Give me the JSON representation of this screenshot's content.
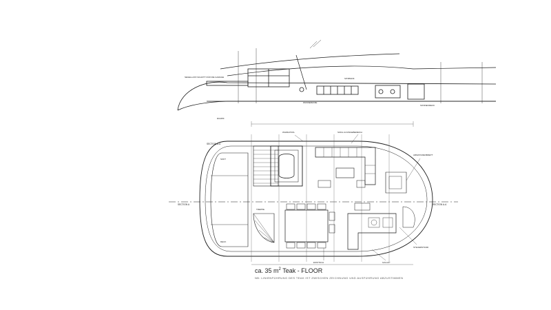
{
  "caption": {
    "prefix": "ca. 35 m",
    "superscript": "2",
    "suffix": " Teak - FLOOR",
    "sub": "NB: LINIENFÜHRUNG DES TEAK IST ZWISCHEN ZEICHNUNG UND AUSFÜHRUNG ABZUSTIMMEN"
  },
  "profile": {
    "note_bow": "SEGELLAST-SCHOTT FÜR DIE GARAGE",
    "note_water": "WASSERLINIE",
    "note_deck": "SONNENDECK",
    "note_seat": "SITZBANK",
    "note_hull": "RUMPF"
  },
  "plan": {
    "label_section_top": "SECTION A-A",
    "label_section_left": "SECTION A",
    "label_section_right": "SECTION A-A",
    "note_sofa": "SOFA-/LOUNGEBEREICH",
    "note_pool": "WHIRLPOOL",
    "note_table": "ESSTISCH",
    "note_galley": "GALLEY",
    "note_stairs": "TREPPE",
    "note_right_top": "ARMATURENBRETT",
    "note_right_bottom": "STEUERSTAND",
    "note_left_top": "SOFT",
    "note_left_bottom": "DECK"
  },
  "colors": {
    "ink": "#1a1a1a",
    "paper": "#ffffff",
    "faint": "#8a8a8a"
  }
}
